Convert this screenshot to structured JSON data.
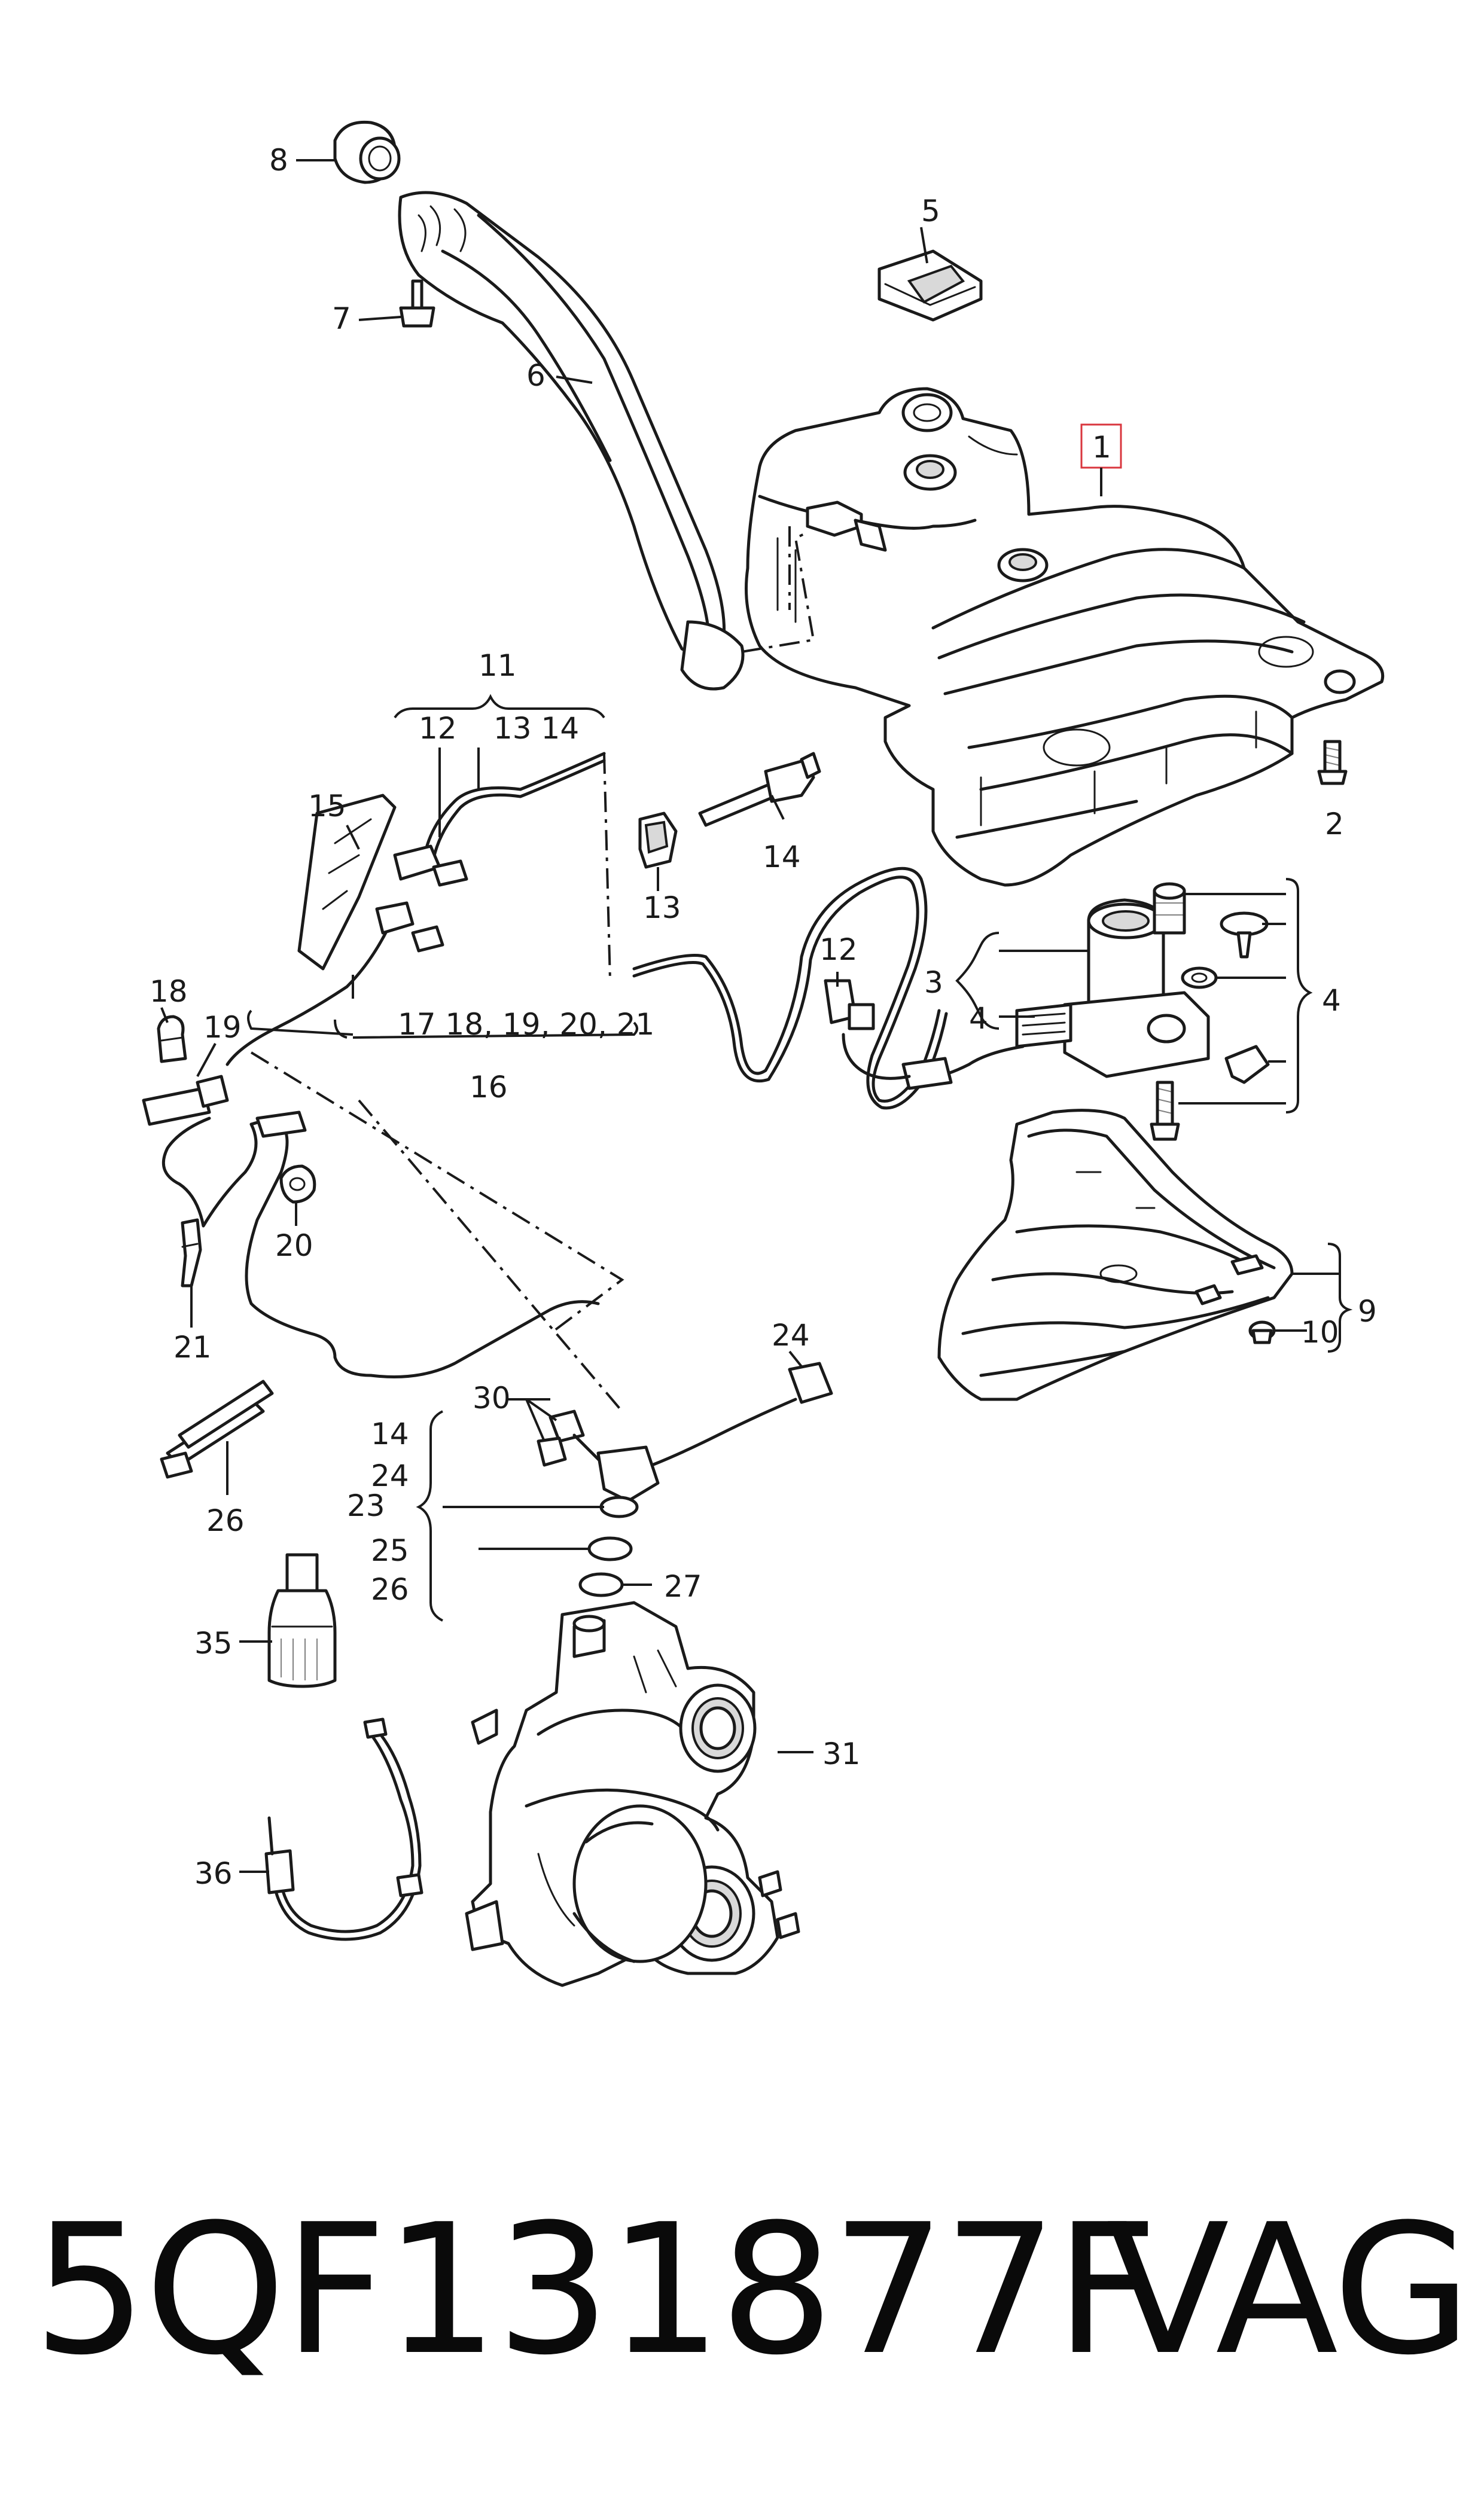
{
  "highlight_color": "#d9363e",
  "callouts": [
    {
      "id": "c1",
      "text": "1"
    },
    {
      "id": "c2",
      "text": "2"
    },
    {
      "id": "c3",
      "text": "3"
    },
    {
      "id": "c4a",
      "text": "4"
    },
    {
      "id": "c4b",
      "text": "4"
    },
    {
      "id": "c5",
      "text": "5"
    },
    {
      "id": "c6",
      "text": "6"
    },
    {
      "id": "c7",
      "text": "7"
    },
    {
      "id": "c8",
      "text": "8"
    },
    {
      "id": "c9",
      "text": "9"
    },
    {
      "id": "c10",
      "text": "10"
    },
    {
      "id": "c11",
      "text": "11"
    },
    {
      "id": "c12a",
      "text": "12"
    },
    {
      "id": "c12b",
      "text": "12"
    },
    {
      "id": "c1314",
      "text": "13 14"
    },
    {
      "id": "c13",
      "text": "13"
    },
    {
      "id": "c14a",
      "text": "14"
    },
    {
      "id": "c14b",
      "text": "14"
    },
    {
      "id": "c15",
      "text": "15"
    },
    {
      "id": "c16",
      "text": "16"
    },
    {
      "id": "c17",
      "text": "17 18, 19, 20, 21"
    },
    {
      "id": "c18",
      "text": "18"
    },
    {
      "id": "c19",
      "text": "19"
    },
    {
      "id": "c20",
      "text": "20"
    },
    {
      "id": "c21",
      "text": "21"
    },
    {
      "id": "c23",
      "text": "23"
    },
    {
      "id": "c24a",
      "text": "24"
    },
    {
      "id": "c24b",
      "text": "24"
    },
    {
      "id": "c25",
      "text": "25"
    },
    {
      "id": "c26a",
      "text": "26"
    },
    {
      "id": "c26b",
      "text": "26"
    },
    {
      "id": "c27",
      "text": "27"
    },
    {
      "id": "c30",
      "text": "30"
    },
    {
      "id": "c31",
      "text": "31"
    },
    {
      "id": "c35",
      "text": "35"
    },
    {
      "id": "c36",
      "text": "36"
    }
  ],
  "footer": {
    "part_number": "5QF131877F",
    "brand": "VAG"
  }
}
